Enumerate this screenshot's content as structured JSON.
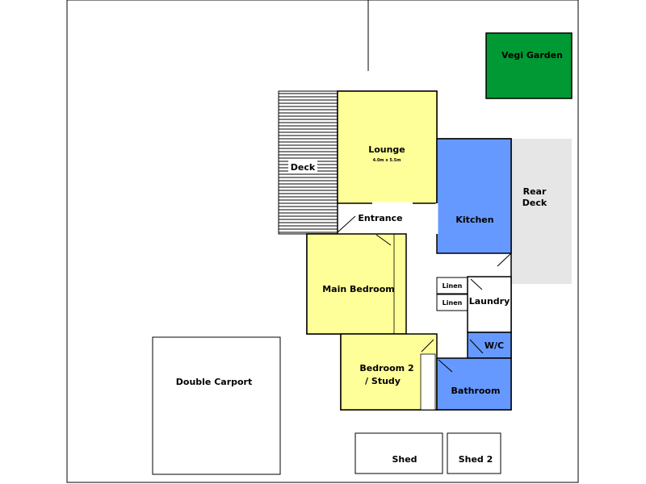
{
  "rooms": {
    "vegi_garden": "Vegi Garden",
    "lounge": "Lounge",
    "lounge_size": "4.0m x 5.5m",
    "deck": "Deck",
    "kitchen": "Kitchen",
    "rear_deck_line1": "Rear",
    "rear_deck_line2": "Deck",
    "entrance": "Entrance",
    "main_bedroom": "Main Bedroom",
    "linen_1": "Linen",
    "linen_2": "Linen",
    "laundry": "Laundry",
    "wc": "W/C",
    "bedroom2_line1": "Bedroom 2",
    "bedroom2_line2": "/ Study",
    "bathroom": "Bathroom",
    "double_carport": "Double Carport",
    "shed": "Shed",
    "shed2": "Shed 2"
  },
  "colors": {
    "yellow_room": "#ffff99",
    "blue_room": "#6699ff",
    "garden_green": "#009933",
    "rear_deck_gray": "#e6e6e6",
    "outline": "#000000"
  }
}
